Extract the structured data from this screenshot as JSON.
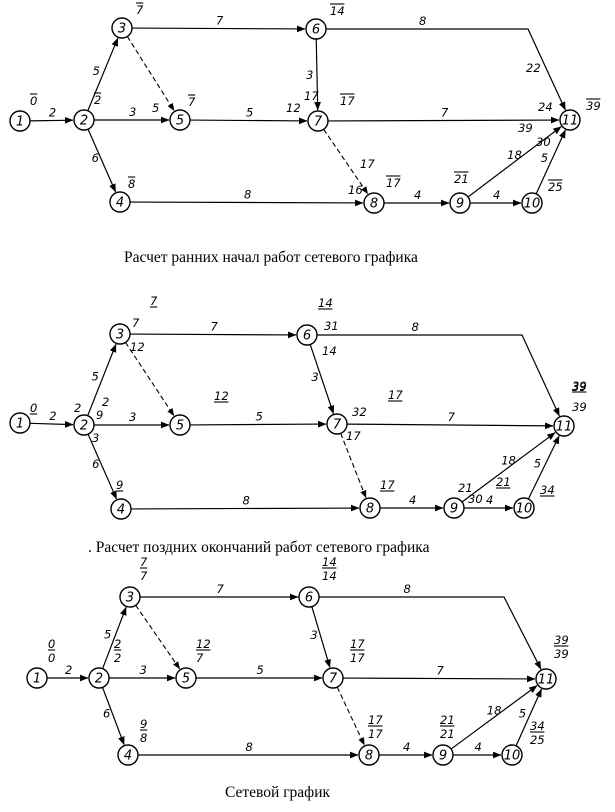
{
  "captions": {
    "early": "Расчет ранних начал работ сетевого графика",
    "late": ". Расчет поздних окончаний работ сетевого графика",
    "final": "Сетевой график"
  },
  "nodes": [
    "1",
    "2",
    "3",
    "4",
    "5",
    "6",
    "7",
    "8",
    "9",
    "10",
    "11"
  ],
  "activities": [
    {
      "from": "1",
      "to": "2",
      "duration": "2"
    },
    {
      "from": "2",
      "to": "3",
      "duration": "5"
    },
    {
      "from": "2",
      "to": "5",
      "duration": "3"
    },
    {
      "from": "2",
      "to": "4",
      "duration": "6"
    },
    {
      "from": "3",
      "to": "6",
      "duration": "7"
    },
    {
      "from": "3",
      "to": "5",
      "duration": "",
      "dummy": true
    },
    {
      "from": "5",
      "to": "7",
      "duration": "5"
    },
    {
      "from": "6",
      "to": "7",
      "duration": "3"
    },
    {
      "from": "6",
      "to": "11",
      "duration": "8"
    },
    {
      "from": "7",
      "to": "11",
      "duration": "7"
    },
    {
      "from": "7",
      "to": "8",
      "duration": "",
      "dummy": true
    },
    {
      "from": "4",
      "to": "8",
      "duration": "8"
    },
    {
      "from": "8",
      "to": "9",
      "duration": "4"
    },
    {
      "from": "9",
      "to": "11",
      "duration": "18"
    },
    {
      "from": "9",
      "to": "10",
      "duration": "4"
    },
    {
      "from": "10",
      "to": "11",
      "duration": "5"
    }
  ],
  "early_start": {
    "overlines": [
      {
        "node": "1",
        "value": "0"
      },
      {
        "node": "2",
        "value": "2"
      },
      {
        "node": "3",
        "value": "7"
      },
      {
        "node": "5",
        "value": "7"
      },
      {
        "node": "4",
        "value": "8"
      },
      {
        "node": "6",
        "value": "14"
      },
      {
        "node": "7",
        "value": "17"
      },
      {
        "node": "8",
        "value": "17"
      },
      {
        "node": "9",
        "value": "21"
      },
      {
        "node": "10",
        "value": "25"
      },
      {
        "node": "11",
        "value": "39"
      }
    ],
    "annotations": [
      {
        "id": "5-in",
        "text": "5"
      },
      {
        "id": "7-in",
        "text": "12"
      },
      {
        "id": "7-in2",
        "text": "17"
      },
      {
        "id": "11-a",
        "text": "22"
      },
      {
        "id": "11-b",
        "text": "24"
      },
      {
        "id": "11-c",
        "text": "39"
      },
      {
        "id": "11-d",
        "text": "30"
      },
      {
        "id": "8-a",
        "text": "17"
      },
      {
        "id": "8-b",
        "text": "16"
      }
    ]
  },
  "late_finish": {
    "underlines": [
      {
        "node": "1",
        "value": "0"
      },
      {
        "node": "3",
        "value": "7"
      },
      {
        "node": "6",
        "value": "14"
      },
      {
        "node": "5",
        "value": "12"
      },
      {
        "node": "7",
        "value": "17"
      },
      {
        "node": "4",
        "value": "9"
      },
      {
        "node": "8",
        "value": "17"
      },
      {
        "node": "9",
        "value": "21"
      },
      {
        "node": "10",
        "value": "34"
      },
      {
        "node": "11",
        "value": "39"
      }
    ],
    "annotations": [
      {
        "id": "3-r",
        "text": "7"
      },
      {
        "id": "3-d",
        "text": "12"
      },
      {
        "id": "6-r",
        "text": "31"
      },
      {
        "id": "6-d",
        "text": "14"
      },
      {
        "id": "2-a",
        "text": "2"
      },
      {
        "id": "2-b",
        "text": "2"
      },
      {
        "id": "2-c",
        "text": "9"
      },
      {
        "id": "2-d",
        "text": "3"
      },
      {
        "id": "7-r",
        "text": "32"
      },
      {
        "id": "7-d",
        "text": "17"
      },
      {
        "id": "9-a",
        "text": "21"
      },
      {
        "id": "9-b",
        "text": "30"
      },
      {
        "id": "11-top",
        "text": "39"
      },
      {
        "id": "11-bot",
        "text": "39"
      }
    ]
  },
  "final": [
    {
      "node": "1",
      "early": "0",
      "late": "0"
    },
    {
      "node": "2",
      "early": "2",
      "late": "2"
    },
    {
      "node": "3",
      "early": "7",
      "late": "7"
    },
    {
      "node": "5",
      "early": "12",
      "late": "7"
    },
    {
      "node": "4",
      "early": "9",
      "late": "8"
    },
    {
      "node": "6",
      "early": "14",
      "late": "14"
    },
    {
      "node": "7",
      "early": "17",
      "late": "17"
    },
    {
      "node": "8",
      "early": "17",
      "late": "17"
    },
    {
      "node": "9",
      "early": "21",
      "late": "21"
    },
    {
      "node": "10",
      "early": "34",
      "late": "25"
    },
    {
      "node": "11",
      "early": "39",
      "late": "39"
    }
  ]
}
